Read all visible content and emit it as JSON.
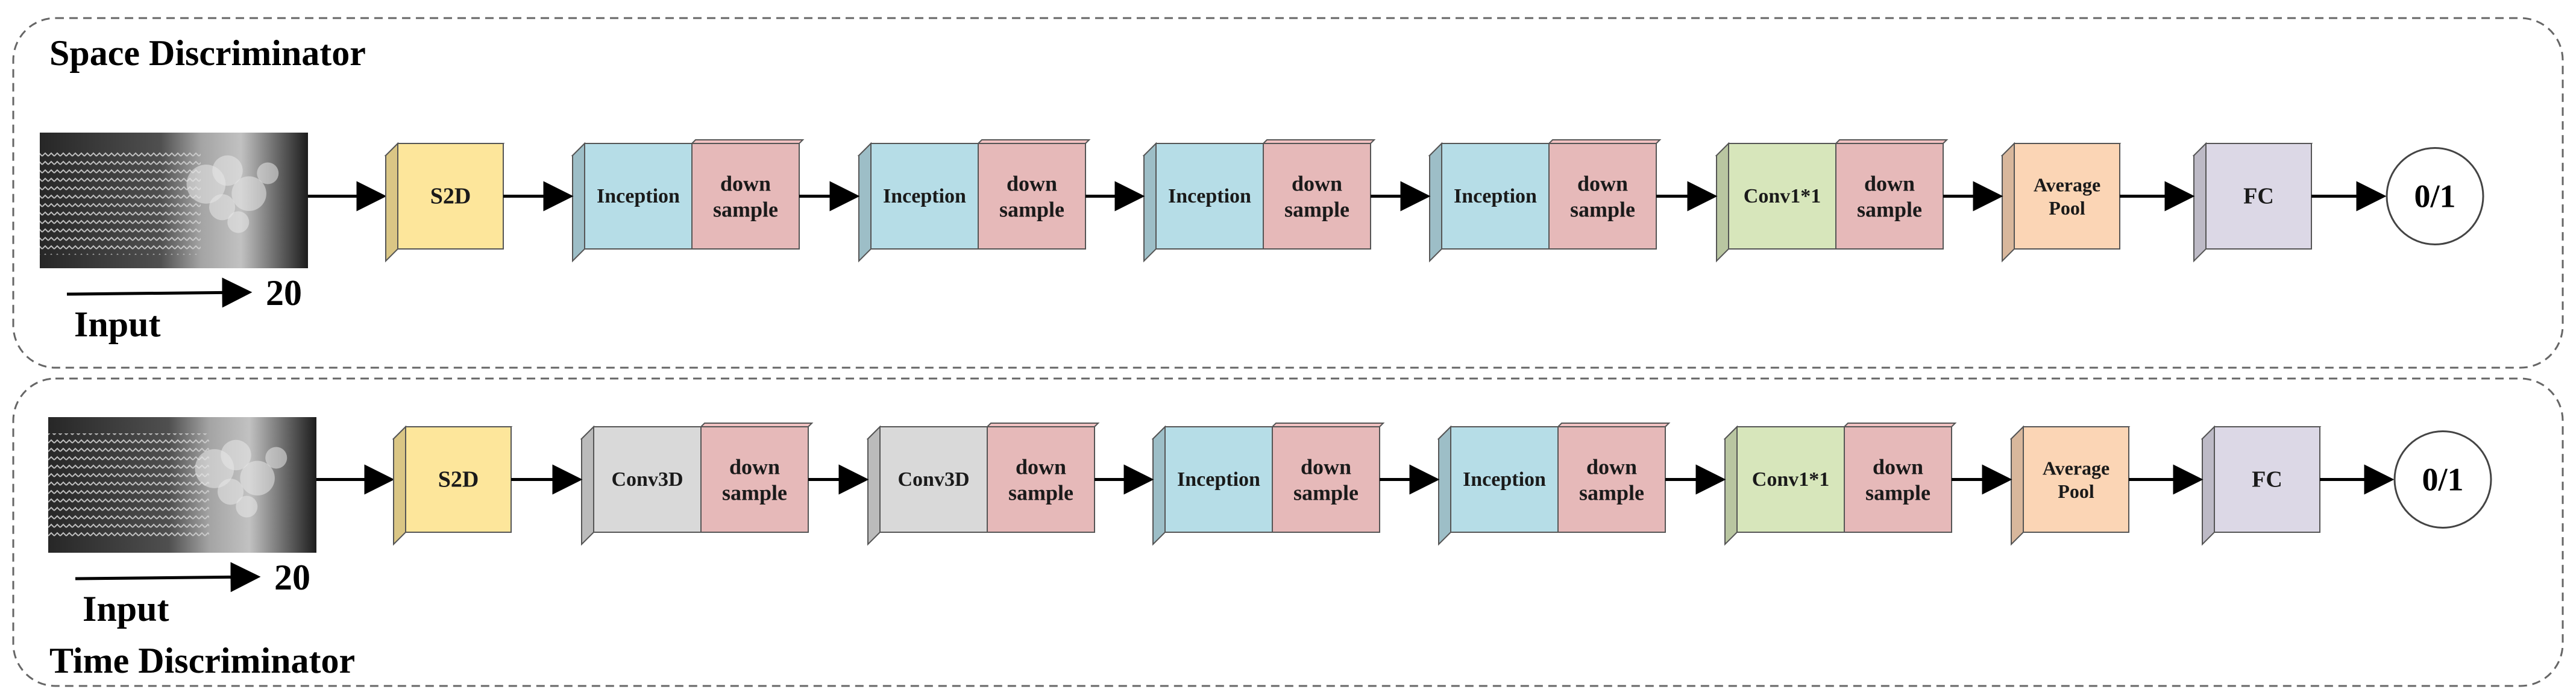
{
  "panels": [
    {
      "title": "Space Discriminator",
      "input_label": "Input",
      "input_count": "20",
      "blocks": [
        {
          "type": "single",
          "label": "S2D",
          "color": "#FDE69B"
        },
        {
          "type": "pair",
          "left": "Inception",
          "right": "down sample",
          "left_color": "#B6DDE7",
          "right_color": "#E6B9B9"
        },
        {
          "type": "pair",
          "left": "Inception",
          "right": "down sample",
          "left_color": "#B6DDE7",
          "right_color": "#E6B9B9"
        },
        {
          "type": "pair",
          "left": "Inception",
          "right": "down sample",
          "left_color": "#B6DDE7",
          "right_color": "#E6B9B9"
        },
        {
          "type": "pair",
          "left": "Inception",
          "right": "down sample",
          "left_color": "#B6DDE7",
          "right_color": "#E6B9B9"
        },
        {
          "type": "pair",
          "left": "Conv1*1",
          "right": "down sample",
          "left_color": "#D7E6BB",
          "right_color": "#E6B9B9"
        },
        {
          "type": "single",
          "label": "Average Pool",
          "color": "#FBD5B5"
        },
        {
          "type": "single",
          "label": "FC",
          "color": "#DCD8E6"
        }
      ],
      "output": "0/1"
    },
    {
      "title": "Time Discriminator",
      "input_label": "Input",
      "input_count": "20",
      "blocks": [
        {
          "type": "single",
          "label": "S2D",
          "color": "#FDE69B"
        },
        {
          "type": "pair",
          "left": "Conv3D",
          "right": "down sample",
          "left_color": "#D9D9D9",
          "right_color": "#E6B9B9"
        },
        {
          "type": "pair",
          "left": "Conv3D",
          "right": "down sample",
          "left_color": "#D9D9D9",
          "right_color": "#E6B9B9"
        },
        {
          "type": "pair",
          "left": "Inception",
          "right": "down sample",
          "left_color": "#B6DDE7",
          "right_color": "#E6B9B9"
        },
        {
          "type": "pair",
          "left": "Inception",
          "right": "down sample",
          "left_color": "#B6DDE7",
          "right_color": "#E6B9B9"
        },
        {
          "type": "pair",
          "left": "Conv1*1",
          "right": "down sample",
          "left_color": "#D7E6BB",
          "right_color": "#E6B9B9"
        },
        {
          "type": "single",
          "label": "Average Pool",
          "color": "#FBD5B5"
        },
        {
          "type": "single",
          "label": "FC",
          "color": "#DCD8E6"
        }
      ],
      "output": "0/1"
    }
  ]
}
